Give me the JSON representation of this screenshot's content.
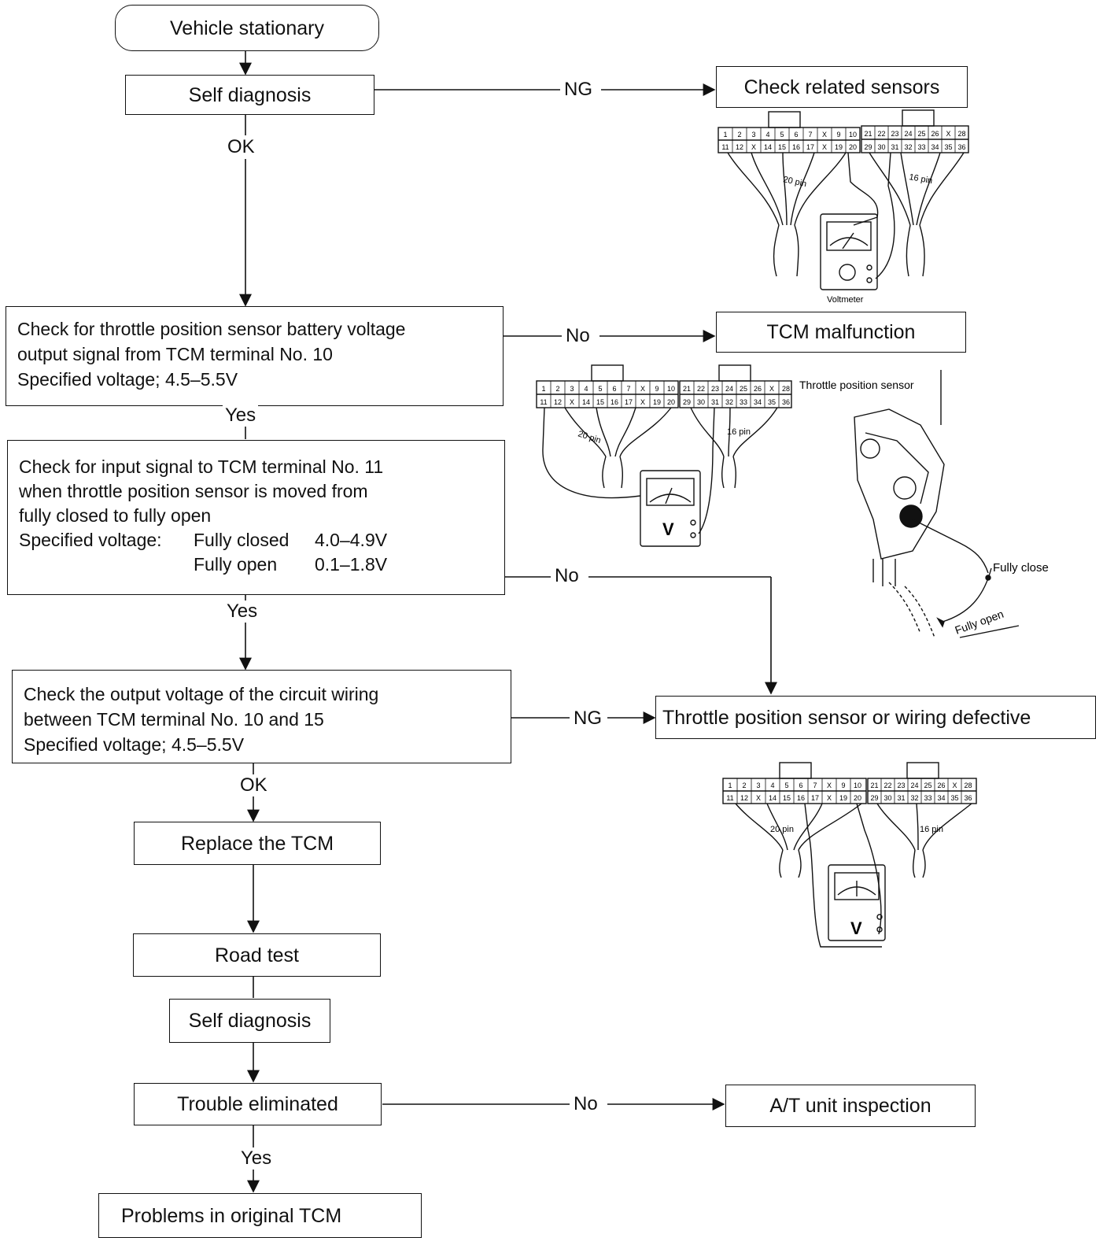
{
  "boxes": {
    "vehicle_stationary": "Vehicle stationary",
    "self_diagnosis_1": "Self diagnosis",
    "check_related_sensors": "Check related sensors",
    "tcm_malfunction": "TCM malfunction",
    "check_tps_voltage": {
      "line1": "Check for throttle position sensor battery voltage",
      "line2": "output signal from TCM terminal No. 10",
      "line3": "Specified voltage; 4.5–5.5V"
    },
    "check_input_signal": {
      "line1": "Check for input signal to TCM terminal No. 11",
      "line2": "when throttle position sensor is moved from",
      "line3": "fully closed to fully open",
      "line4_label": "Specified voltage:",
      "line4_cond": "Fully closed",
      "line4_val": "4.0–4.9V",
      "line5_cond": "Fully open",
      "line5_val": "0.1–1.8V"
    },
    "check_output_voltage": {
      "line1": "Check the output voltage of the circuit wiring",
      "line2": "between TCM terminal No. 10 and 15",
      "line3": "Specified voltage;  4.5–5.5V"
    },
    "tps_defective": "Throttle position sensor or wiring defective",
    "replace_tcm": "Replace the TCM",
    "road_test": "Road test",
    "self_diagnosis_2": "Self diagnosis",
    "trouble_eliminated": "Trouble eliminated",
    "at_unit_inspection": "A/T unit inspection",
    "problems_original_tcm": "Problems in original TCM"
  },
  "labels": {
    "ng1": "NG",
    "ok1": "OK",
    "no1": "No",
    "yes1": "Yes",
    "no2": "No",
    "yes2": "Yes",
    "ng2": "NG",
    "ok2": "OK",
    "no3": "No",
    "yes3": "Yes"
  },
  "illustrations": {
    "voltmeter_caption": "Voltmeter",
    "tps_caption": "Throttle position sensor",
    "fully_close": "Fully close",
    "fully_open": "Fully open",
    "pin20": "20 pin",
    "pin16": "16 pin",
    "v_symbol": "V",
    "connector_top_left": [
      "1",
      "2",
      "3",
      "4",
      "5",
      "6",
      "7",
      "X",
      "9",
      "10"
    ],
    "connector_bot_left": [
      "11",
      "12",
      "X",
      "14",
      "15",
      "16",
      "17",
      "X",
      "19",
      "20"
    ],
    "connector_top_right": [
      "21",
      "22",
      "23",
      "24",
      "25",
      "26",
      "X",
      "28"
    ],
    "connector_bot_right": [
      "29",
      "30",
      "31",
      "32",
      "33",
      "34",
      "35",
      "36"
    ]
  }
}
